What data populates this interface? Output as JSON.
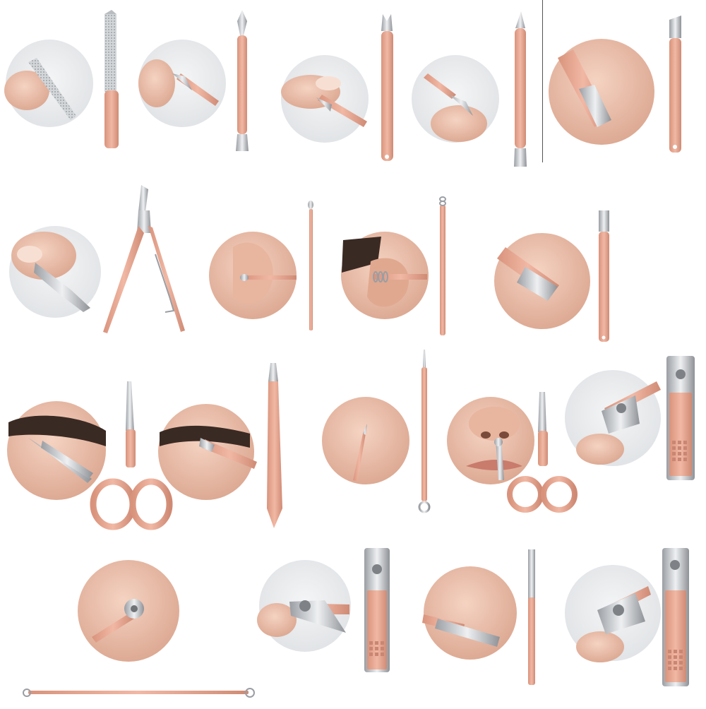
{
  "title": "",
  "colors": {
    "background": "#ffffff",
    "rose_gold": "#e7a893",
    "rose_gold_dark": "#c98672",
    "steel": "#c9cbcf",
    "steel_dark": "#8e9196",
    "skin": "#f0c7b4",
    "skin_dark": "#d9a38c",
    "circle_bg": "#eceeef",
    "hair": "#3a2a24"
  },
  "products": [
    {
      "name": "nail-file",
      "visual": "file-with-finger-closeup"
    },
    {
      "name": "cuticle-pusher",
      "visual": "pusher-closeup"
    },
    {
      "name": "v-tip-trimmer",
      "visual": "trimmer-under-nail"
    },
    {
      "name": "double-ended-pusher",
      "visual": "pusher-on-nail"
    },
    {
      "name": "callus-shaver",
      "visual": "blade-on-skin"
    },
    {
      "name": "cuticle-nipper",
      "visual": "nipper-on-toe"
    },
    {
      "name": "ear-pick",
      "visual": "pick-in-ear"
    },
    {
      "name": "spiral-ear-pick",
      "visual": "spiral-in-ear"
    },
    {
      "name": "flat-blade-scraper",
      "visual": "scraper-on-skin"
    },
    {
      "name": "eyebrow-scissors",
      "visual": "scissors-on-brow"
    },
    {
      "name": "tweezers",
      "visual": "tweezers-on-brow"
    },
    {
      "name": "acne-needle",
      "visual": "needle-on-skin"
    },
    {
      "name": "nose-hair-scissors",
      "visual": "round-tip-scissors-on-nose"
    },
    {
      "name": "nail-clipper-large",
      "visual": "clipper-in-hand"
    },
    {
      "name": "blackhead-loop-tool",
      "visual": "loop-on-skin"
    },
    {
      "name": "nail-clipper-straight",
      "visual": "clipper-on-thumb"
    },
    {
      "name": "eyebrow-razor",
      "visual": "razor-on-skin"
    },
    {
      "name": "nail-clipper-curved",
      "visual": "clipper-on-finger"
    }
  ]
}
